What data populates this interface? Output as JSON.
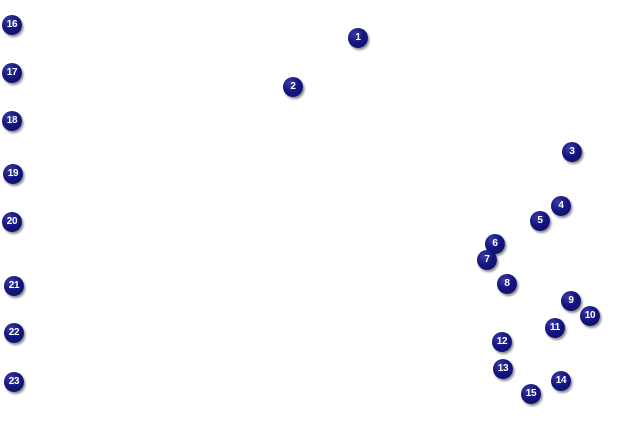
{
  "colors": {
    "marker_fill": "#12127a",
    "marker_text": "#ffffff",
    "background": "#ffffff"
  },
  "markers": [
    {
      "label": "1"
    },
    {
      "label": "2"
    },
    {
      "label": "3"
    },
    {
      "label": "4"
    },
    {
      "label": "5"
    },
    {
      "label": "6"
    },
    {
      "label": "7"
    },
    {
      "label": "8"
    },
    {
      "label": "9"
    },
    {
      "label": "10"
    },
    {
      "label": "11"
    },
    {
      "label": "12"
    },
    {
      "label": "13"
    },
    {
      "label": "14"
    },
    {
      "label": "15"
    },
    {
      "label": "16"
    },
    {
      "label": "17"
    },
    {
      "label": "18"
    },
    {
      "label": "19"
    },
    {
      "label": "20"
    },
    {
      "label": "21"
    },
    {
      "label": "22"
    },
    {
      "label": "23"
    }
  ]
}
